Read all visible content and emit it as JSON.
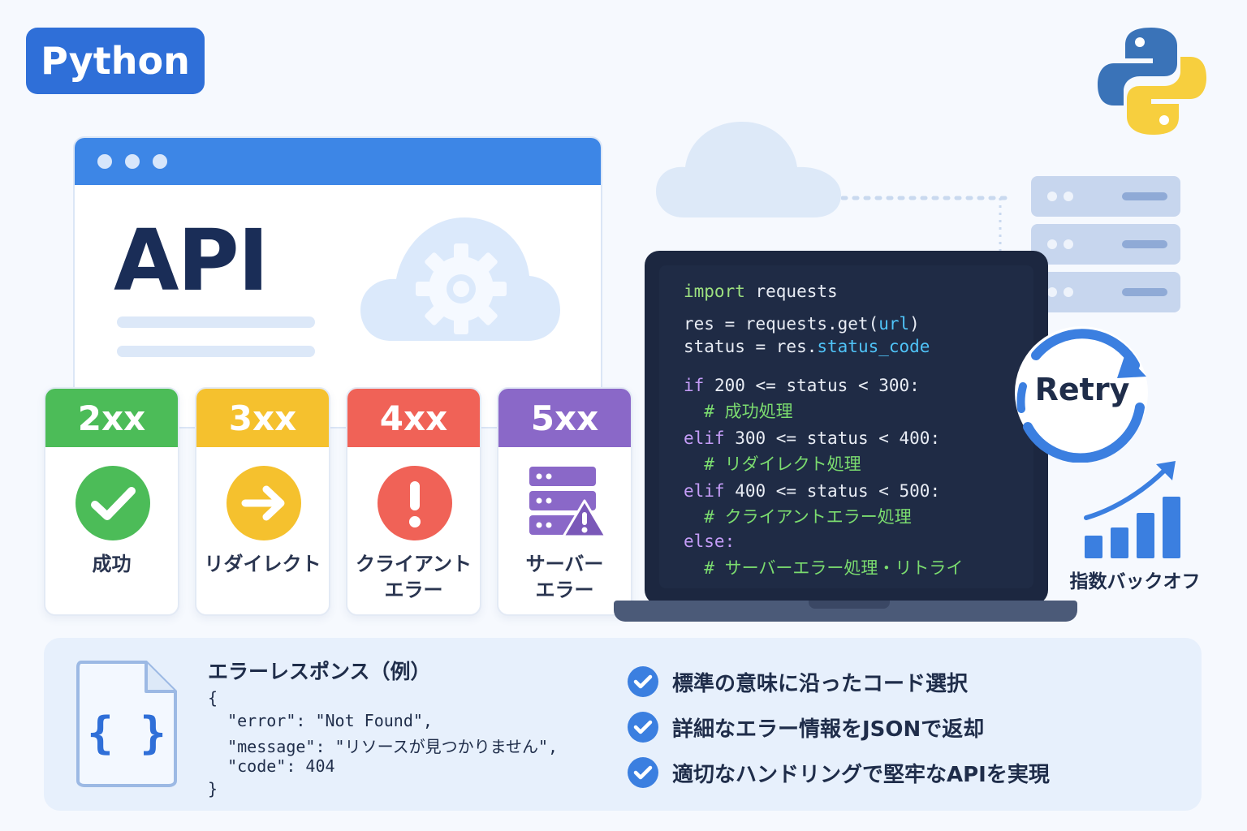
{
  "badge": {
    "label": "Python"
  },
  "browser": {
    "title": "API"
  },
  "status_cards": [
    {
      "code": "2xx",
      "label": "成功",
      "color": "#4cbc58",
      "icon": "check-icon"
    },
    {
      "code": "3xx",
      "label": "リダイレクト",
      "color": "#f5c12e",
      "icon": "arrow-right-icon"
    },
    {
      "code": "4xx",
      "label": "クライアント\nエラー",
      "color": "#f06257",
      "icon": "exclamation-icon"
    },
    {
      "code": "5xx",
      "label": "サーバー\nエラー",
      "color": "#8a68c8",
      "icon": "server-warning-icon"
    }
  ],
  "code": {
    "line1_kw": "import",
    "line1_rest": " requests",
    "line2": "res = requests.get(",
    "line2_arg": "url",
    "line2_end": ")",
    "line3a": "status = res.",
    "line3_attr": "status_code",
    "line4_kw": "if",
    "line4_rest": " 200 <= status < 300:",
    "line5": "  # 成功処理",
    "line6_kw": "elif",
    "line6_rest": " 300 <= status < 400:",
    "line7": "  # リダイレクト処理",
    "line8_kw": "elif",
    "line8_rest": " 400 <= status < 500:",
    "line9": "  # クライアントエラー処理",
    "line10_kw": "else:",
    "line11": "  # サーバーエラー処理・リトライ"
  },
  "retry": {
    "label": "Retry"
  },
  "backoff": {
    "label": "指数バックオフ"
  },
  "error_response": {
    "title": "エラーレスポンス（例）",
    "lines": [
      "{",
      "  \"error\": \"Not Found\",",
      "  \"message\": \"リソースが見つかりません\",",
      "  \"code\": 404",
      "}"
    ]
  },
  "checklist": [
    "標準の意味に沿ったコード選択",
    "詳細なエラー情報をJSONで返却",
    "適切なハンドリングで堅牢なAPIを実現"
  ],
  "colors": {
    "primary": "#2f6fd8",
    "dark": "#1a2d57",
    "check": "#3b7fe0"
  }
}
